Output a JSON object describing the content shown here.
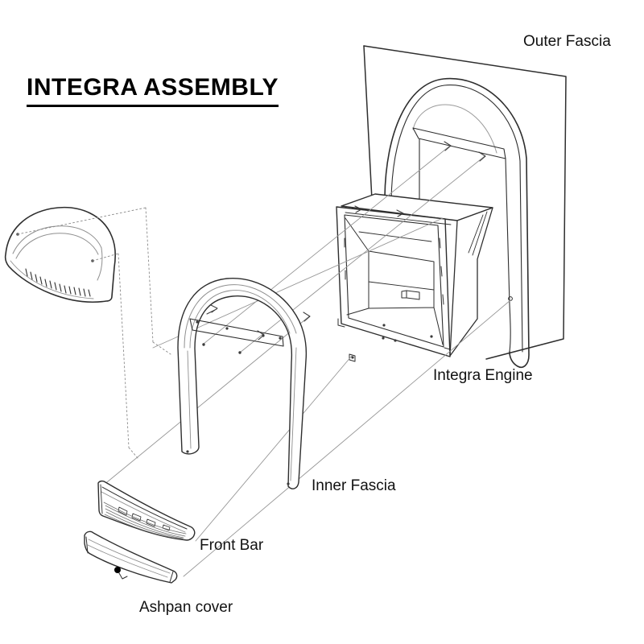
{
  "title": "INTEGRA ASSEMBLY",
  "labels": {
    "outer_fascia": "Outer Fascia",
    "integra_engine": "Integra Engine",
    "inner_fascia": "Inner Fascia",
    "front_bar": "Front Bar",
    "ashpan_cover": "Ashpan cover"
  },
  "parts": [
    {
      "name": "Outer Fascia"
    },
    {
      "name": "Integra Engine"
    },
    {
      "name": "Inner Fascia"
    },
    {
      "name": "Front Bar"
    },
    {
      "name": "Ashpan cover"
    },
    {
      "name": "canopy (unlabelled)"
    }
  ],
  "colors": {
    "background": "#ffffff",
    "line": "#2e2e2e",
    "thin_line": "#979797",
    "dashed_line": "#8a8a8a",
    "text": "#111111"
  }
}
